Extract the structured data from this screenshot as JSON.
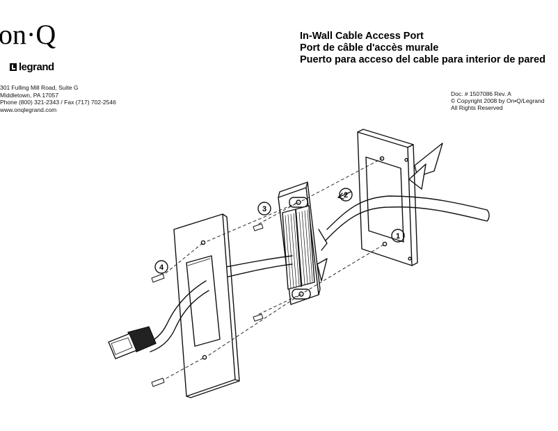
{
  "header": {
    "brand": "on·Q",
    "sub_brand": "legrand",
    "address_lines": [
      "301 Fulling Mill Road, Suite G",
      "Middletown, PA 17057",
      "Phone (800) 321-2343 / Fax (717) 702-2546",
      "www.onqlegrand.com"
    ]
  },
  "titles": [
    "In-Wall Cable Access Port",
    "Port de câble d'accès murale",
    "Puerto para acceso del cable para interior de pared"
  ],
  "doc_info": [
    "Doc. # 1507086 Rev. A",
    "© Copyright 2008 by On•Q/Legrand",
    "All Rights Reserved"
  ],
  "callouts": [
    "1",
    "2",
    "3",
    "4"
  ]
}
